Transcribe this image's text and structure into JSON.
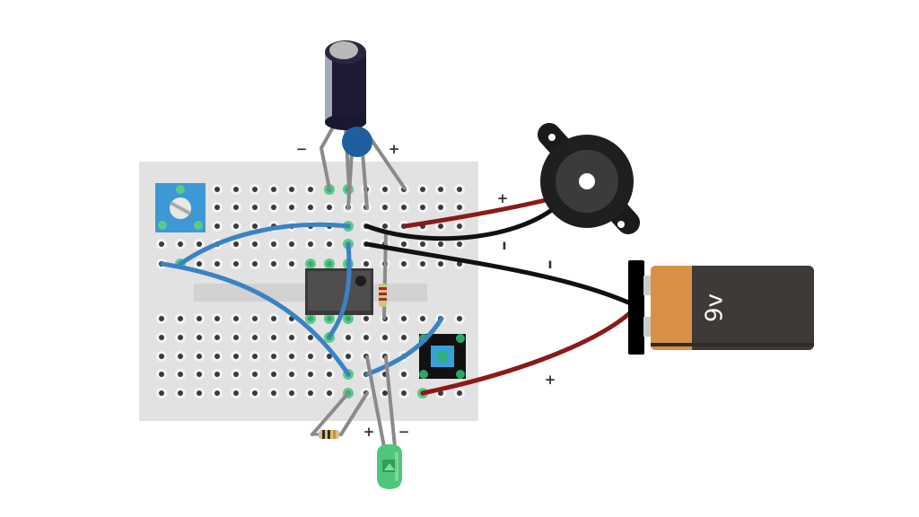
{
  "colors": {
    "breadboard": "#e2e2e2",
    "hole": "#3a3a3a",
    "hole_active": "#5cc98a",
    "wire_blue": "#3b82c4",
    "wire_red": "#8b1a1a",
    "wire_black": "#111111",
    "lead_grey": "#8a8a8a",
    "battery_body": "#3d3a37",
    "battery_band": "#d89048",
    "led": "#4fc67a",
    "capacitor_body": "#1e1a33",
    "ceramic_cap": "#1f5fa0",
    "ic_body": "#4a4848",
    "potentiometer": "#3e98d6",
    "buzzer": "#262626"
  },
  "components": {
    "battery": {
      "label": "9v",
      "icon": "battery-9v-icon"
    },
    "buzzer": {
      "icon": "piezo-buzzer-icon"
    },
    "electrolytic_capacitor": {
      "icon": "electrolytic-capacitor-icon"
    },
    "ceramic_capacitor": {
      "icon": "ceramic-capacitor-icon"
    },
    "ic": {
      "icon": "ic-chip-icon"
    },
    "potentiometer": {
      "icon": "trimmer-potentiometer-icon"
    },
    "push_button": {
      "icon": "tactile-switch-icon"
    },
    "led": {
      "icon": "led-icon"
    },
    "resistor_1": {
      "icon": "resistor-icon"
    },
    "resistor_2": {
      "icon": "resistor-icon"
    }
  },
  "polarity_labels": {
    "cap_minus": "−",
    "cap_plus": "+",
    "buzzer_plus": "+",
    "buzzer_minus": "ı",
    "battery_minus": "ı",
    "battery_plus": "+",
    "led_plus": "+",
    "led_minus": "−"
  }
}
